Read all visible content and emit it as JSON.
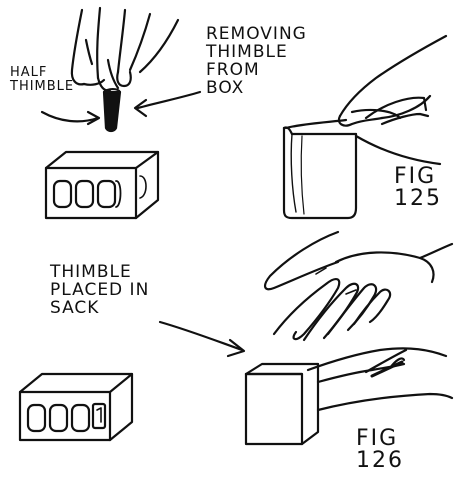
{
  "labels": {
    "half_thimble": "HALF\nTHIMBLE",
    "removing": "REMOVING\nTHIMBLE\nFROM\nBOX",
    "fig125": "FIG\n125",
    "placed": "THIMBLE\nPLACED IN\nSACK",
    "fig126": "FIG\n126"
  },
  "colors": {
    "ink": "#111111",
    "paper": "#ffffff"
  }
}
